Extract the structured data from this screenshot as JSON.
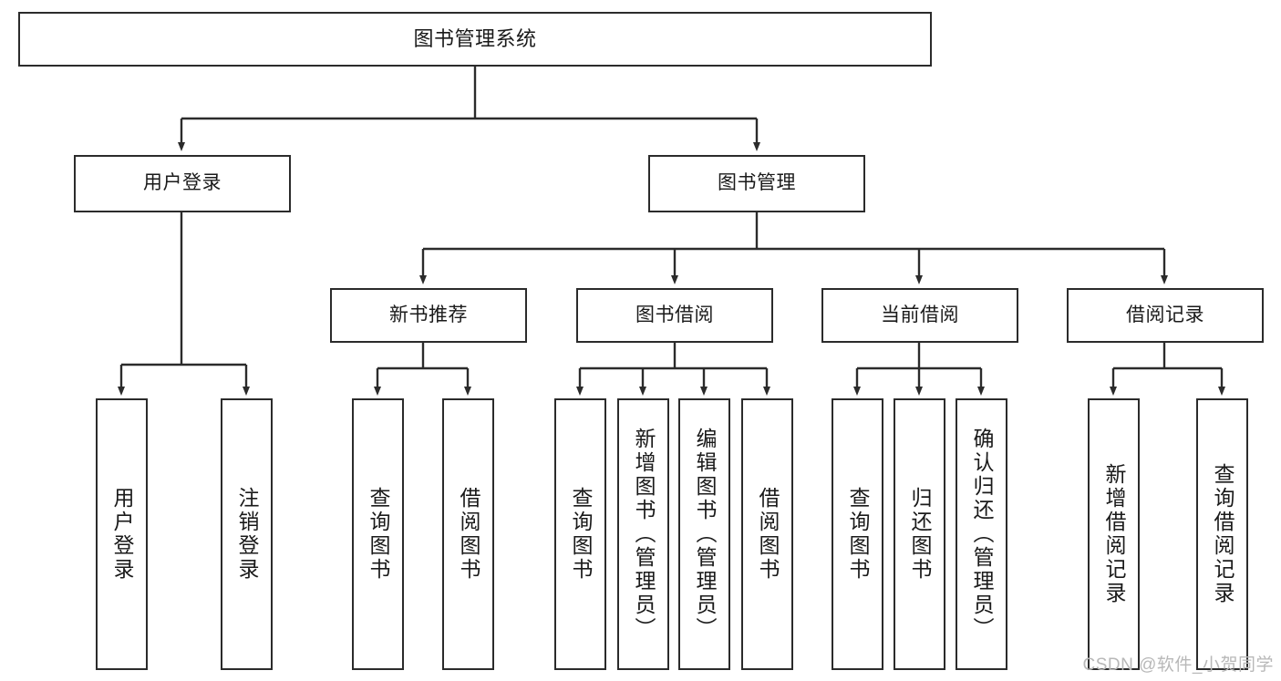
{
  "diagram": {
    "title": "图书管理系统",
    "type": "hierarchy-tree",
    "watermark": "CSDN @软件_小贺同学",
    "colors": {
      "box_border": "#2b2b2b",
      "box_fill": "#ffffff",
      "edge": "#2b2b2b",
      "text": "#1a1a1a",
      "watermark": "#b8b8b8"
    },
    "levels": {
      "root": {
        "label": "图书管理系统"
      },
      "level2": [
        {
          "label": "用户登录"
        },
        {
          "label": "图书管理"
        }
      ],
      "level3": [
        {
          "label": "新书推荐"
        },
        {
          "label": "图书借阅"
        },
        {
          "label": "当前借阅"
        },
        {
          "label": "借阅记录"
        }
      ],
      "leaves": {
        "用户登录": [
          {
            "label": "用户登录"
          },
          {
            "label": "注销登录"
          }
        ],
        "新书推荐": [
          {
            "label": "查询图书"
          },
          {
            "label": "借阅图书"
          }
        ],
        "图书借阅": [
          {
            "label": "查询图书"
          },
          {
            "label": "新增图书（管理员）"
          },
          {
            "label": "编辑图书（管理员）"
          },
          {
            "label": "借阅图书"
          }
        ],
        "当前借阅": [
          {
            "label": "查询图书"
          },
          {
            "label": "归还图书"
          },
          {
            "label": "确认归还（管理员）"
          }
        ],
        "借阅记录": [
          {
            "label": "新增借阅记录"
          },
          {
            "label": "查询借阅记录"
          }
        ]
      }
    }
  }
}
